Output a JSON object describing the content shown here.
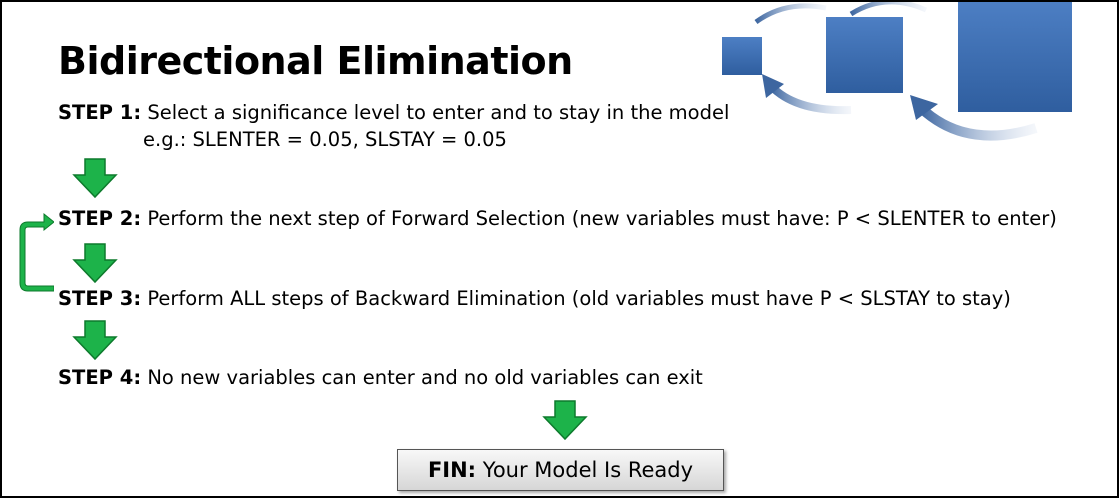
{
  "title": "Bidirectional Elimination",
  "steps": [
    {
      "label": "STEP 1:",
      "text": "Select a significance level to enter and to stay in the model",
      "subtext": "e.g.: SLENTER = 0.05, SLSTAY = 0.05"
    },
    {
      "label": "STEP 2:",
      "text": "Perform the next step of Forward Selection (new variables must have: P < SLENTER to enter)"
    },
    {
      "label": "STEP 3:",
      "text": "Perform ALL steps of Backward Elimination (old variables must have P < SLSTAY to stay)"
    },
    {
      "label": "STEP 4:",
      "text": "No new variables can enter and no old variables can exit"
    }
  ],
  "final": {
    "label": "FIN:",
    "text": "Your Model Is Ready"
  },
  "colors": {
    "arrow_green": "#1db34a",
    "arrow_stroke": "#0d7a2c",
    "decor_blue": "#3a6db0"
  },
  "icons": {
    "flow_arrow": "down-arrow-icon",
    "loop_arrow": "loop-back-arrow-icon",
    "decoration": "growing-squares-cycle-icon"
  }
}
